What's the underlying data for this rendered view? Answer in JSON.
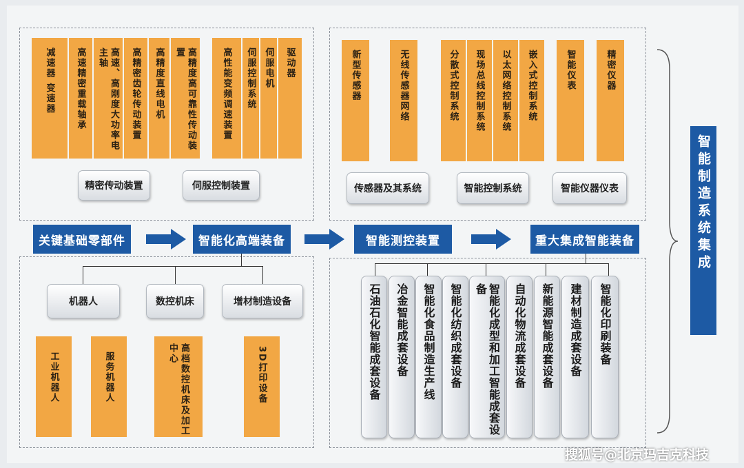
{
  "top_left_items": [
    "减速器 变速器",
    "高速精密重载轴承",
    "高速、高刚度大功率电主轴",
    "高精密齿轮传动装置",
    "高精度直线电机",
    "高精度高可靠性传动装置",
    "高性能变频调速装置",
    "伺服控制系统",
    "伺服电机",
    "驱动器"
  ],
  "top_left_groups": [
    "精密传动装置",
    "伺服控制装置"
  ],
  "top_right_items": [
    "新型传感器",
    "无线传感器网络",
    "分散式控制系统",
    "现场总线控制系统",
    "以太网络控制系统",
    "嵌入式控制系统",
    "智能仪表",
    "精密仪器"
  ],
  "top_right_groups": [
    "传感器及其系统",
    "智能控制系统",
    "智能仪器仪表"
  ],
  "flow": [
    "关键基础零部件",
    "智能化高端装备",
    "智能测控装置",
    "重大集成智能装备"
  ],
  "bottom_left_groups": [
    "机器人",
    "数控机床",
    "增材制造设备"
  ],
  "bottom_left_items": [
    "工业机器人",
    "服务机器人",
    "高档数控机床及加工中心",
    "3D打印设备"
  ],
  "bottom_right_items": [
    "石油石化智能成套设备",
    "冶金智能成套设备",
    "智能化食品制造生产线",
    "智能化纺织成套设备",
    "智能化成型和加工智能成套设备",
    "自动化物流成套设备",
    "新能源智能成套设备",
    "建材制造成套设备",
    "智能化印刷装备"
  ],
  "right_title": "智能制造系统集成",
  "watermark": "搜狐号@北京玛吉克科技",
  "colors": {
    "orange": "#f2a744",
    "blue": "#1d5aa4"
  }
}
